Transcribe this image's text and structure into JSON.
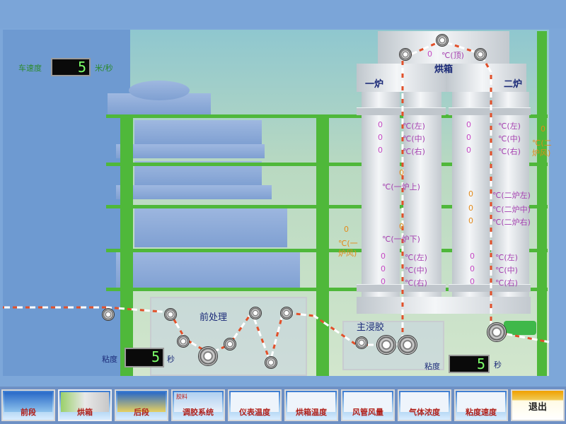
{
  "header": {
    "title": ""
  },
  "top_left": {
    "label": "车速度",
    "speed_value": "5",
    "unit": "米/秒"
  },
  "oven": {
    "title": "烘箱",
    "top_temp": {
      "value": "0",
      "label": "℃(顶)"
    },
    "furnace1": {
      "title": "一炉",
      "temps": [
        {
          "value": "0",
          "label": "℃(左)"
        },
        {
          "value": "0",
          "label": "℃(中)"
        },
        {
          "value": "0",
          "label": "℃(右)"
        },
        {
          "value": "0",
          "label": "℃(一炉上)"
        },
        {
          "value": "0",
          "label": "℃(一炉下)"
        },
        {
          "value": "0",
          "label": "℃(左)"
        },
        {
          "value": "0",
          "label": "℃(中)"
        },
        {
          "value": "0",
          "label": "℃(右)"
        }
      ]
    },
    "furnace2": {
      "title": "二炉",
      "temps": [
        {
          "value": "0",
          "label": "℃(左)"
        },
        {
          "value": "0",
          "label": "℃(中)"
        },
        {
          "value": "0",
          "label": "℃(右)"
        },
        {
          "value": "0",
          "label": "℃(二炉左)"
        },
        {
          "value": "0",
          "label": "℃(二炉中)"
        },
        {
          "value": "0",
          "label": "℃(二炉右)"
        },
        {
          "value": "0",
          "label": "℃(左)"
        },
        {
          "value": "0",
          "label": "℃(中)"
        },
        {
          "value": "0",
          "label": "℃(右)"
        }
      ]
    },
    "left_side": {
      "value": "0",
      "label1": "℃(一",
      "label2": "炉风)"
    },
    "right_side": {
      "value": "0",
      "label1": "℃(二",
      "label2": "炉风)"
    }
  },
  "pretreatment": {
    "title": "前处理",
    "viscosity_label": "粘度",
    "viscosity_value": "5",
    "unit": "秒"
  },
  "main_dip": {
    "title": "主浸胶",
    "viscosity_label": "粘度",
    "viscosity_value": "5",
    "unit": "秒"
  },
  "toolbar": {
    "buttons": [
      {
        "label": "前段"
      },
      {
        "label": "烘箱"
      },
      {
        "label": "后段"
      },
      {
        "label": "调胶系统",
        "thumb_text": "胶料"
      },
      {
        "label": "仪表温度"
      },
      {
        "label": "烘箱温度"
      },
      {
        "label": "风管风量"
      },
      {
        "label": "气体浓度"
      },
      {
        "label": "粘度速度"
      },
      {
        "label": "退出"
      }
    ]
  },
  "colors": {
    "frame": "#4fb83a",
    "background": "#7ba5d8",
    "lcd": "#7cff6a",
    "accent_red": "#b0201a"
  }
}
